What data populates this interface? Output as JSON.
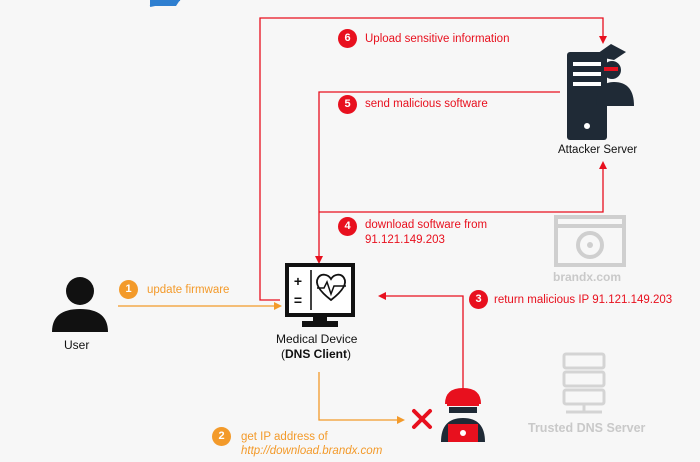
{
  "nodes": {
    "user": "User",
    "medical_device": "Medical Device",
    "dns_client_open": "(",
    "dns_client": "DNS Client",
    "dns_client_close": ")",
    "attacker_server": "Attacker Server",
    "brandx": "brandx.com",
    "trusted_dns": "Trusted DNS Server"
  },
  "steps": [
    {
      "num": "1",
      "text": "update firmware"
    },
    {
      "num": "2",
      "text": "get IP address of",
      "text2": "http://download.brandx.com"
    },
    {
      "num": "3",
      "text": "return malicious IP 91.121.149.203"
    },
    {
      "num": "4",
      "text": "download software from",
      "text2": "91.121.149.203"
    },
    {
      "num": "5",
      "text": "send malicious software"
    },
    {
      "num": "6",
      "text": "Upload sensitive information"
    }
  ],
  "colors": {
    "attack": "#e8101e",
    "legit": "#f39a2a",
    "faded": "#c9c9c9",
    "dark": "#1f2a36"
  }
}
